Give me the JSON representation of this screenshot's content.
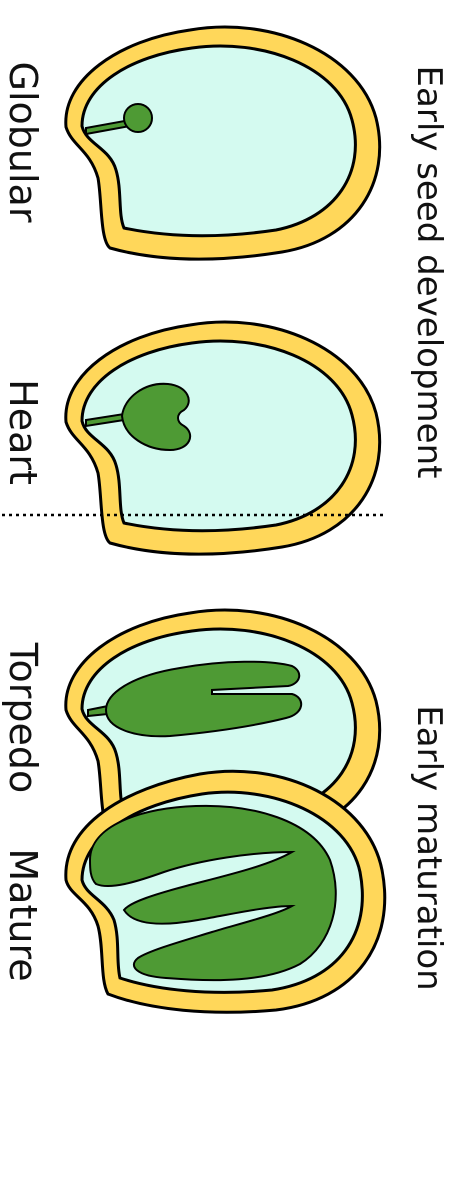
{
  "stage_labels": {
    "globular": "Globular",
    "heart": "Heart",
    "torpedo": "Torpedo",
    "mature": "Mature"
  },
  "phase_labels": {
    "early_seed_development": "Early seed development",
    "early_maturation": "Early maturation"
  },
  "colors": {
    "seed_coat": "#FFD75A",
    "endosperm": "#D4FAF0",
    "embryo": "#4E9A34",
    "outline": "#000000",
    "divider": "#000000"
  }
}
